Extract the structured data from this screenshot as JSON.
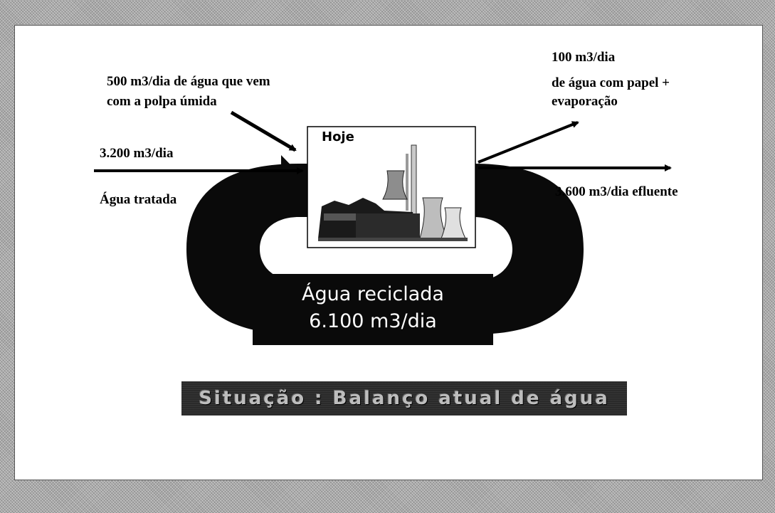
{
  "labels": {
    "input_wet_pulp": [
      "500 m3/dia de água que vem",
      "com a polpa úmida"
    ],
    "input_treated_flow": "3.200 m3/dia",
    "input_treated_name": "Água tratada",
    "output_paper": [
      "100 m3/dia",
      "de água com papel +",
      "evaporação"
    ],
    "output_effluent": "3.600 m3/dia efluente",
    "plant_title": "Hoje",
    "recycled": [
      "Água reciclada",
      "6.100 m3/dia"
    ],
    "banner": "Situação : Balanço atual de água"
  },
  "icons": {
    "plant": "factory-cooling-towers-icon",
    "recycle_loop": "circular-arrow-icon"
  },
  "colors": {
    "background_pattern": "#a9a9a9",
    "slide": "#ffffff",
    "loop": "#0a0a0a",
    "text": "#000000"
  }
}
